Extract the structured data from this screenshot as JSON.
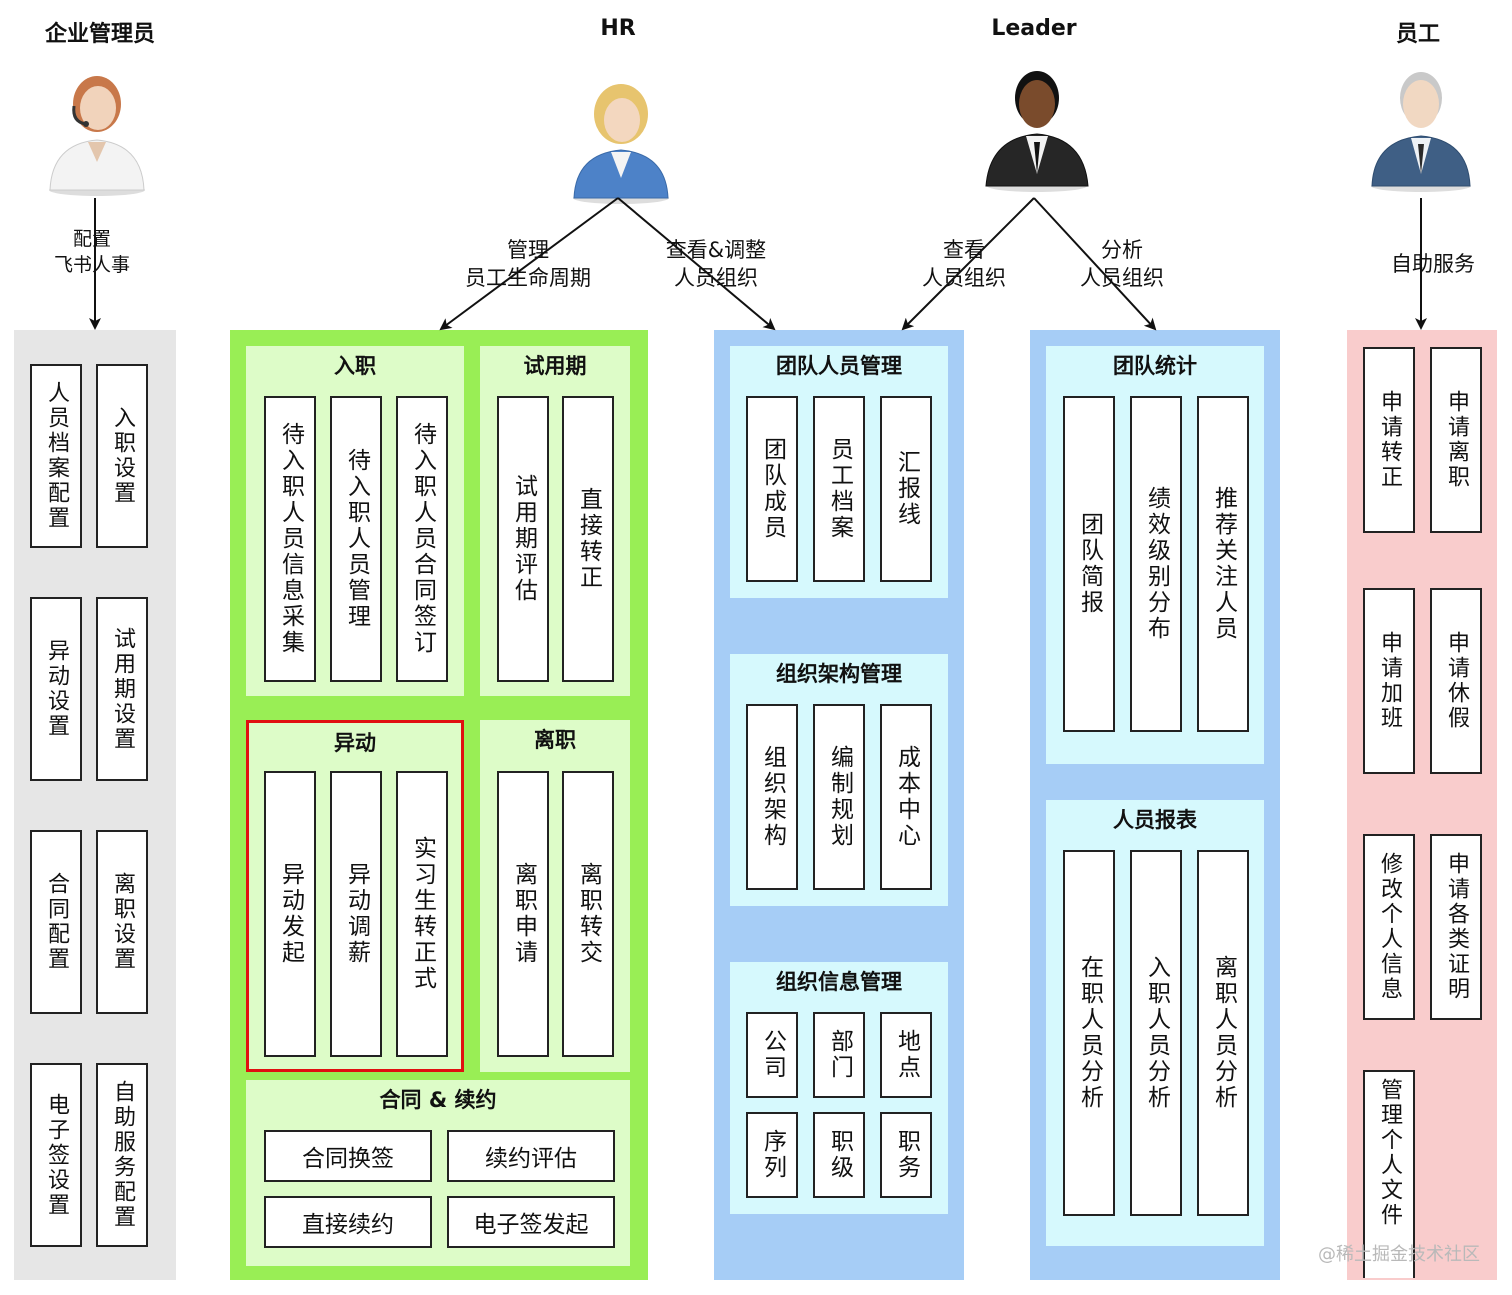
{
  "roles": {
    "admin": "企业管理员",
    "hr": "HR",
    "leader": "Leader",
    "employee": "员工"
  },
  "edges": {
    "admin_config": "配置\n飞书人事",
    "hr_manage": "管理\n员工生命周期",
    "hr_view_adjust": "查看&调整\n人员组织",
    "leader_view": "查看\n人员组织",
    "leader_analyze": "分析\n人员组织",
    "employee_self": "自助服务"
  },
  "admin_items": [
    "人员档案配置",
    "入职设置",
    "异动设置",
    "试用期设置",
    "合同配置",
    "离职设置",
    "电子签设置",
    "自助服务配置"
  ],
  "hr": {
    "onboarding": {
      "title": "入职",
      "items": [
        "待入职人员信息采集",
        "待入职人员管理",
        "待入职人员合同签订"
      ]
    },
    "probation": {
      "title": "试用期",
      "items": [
        "试用期评估",
        "直接转正"
      ]
    },
    "transfer": {
      "title": "异动",
      "items": [
        "异动发起",
        "异动调薪",
        "实习生转正式"
      ]
    },
    "offboarding": {
      "title": "离职",
      "items": [
        "离职申请",
        "离职转交"
      ]
    },
    "contract": {
      "title": "合同 & 续约",
      "items": [
        "合同换签",
        "续约评估",
        "直接续约",
        "电子签发起"
      ]
    }
  },
  "team": {
    "members": {
      "title": "团队人员管理",
      "items": [
        "团队成员",
        "员工档案",
        "汇报线"
      ]
    },
    "structure": {
      "title": "组织架构管理",
      "items": [
        "组织架构",
        "编制规划",
        "成本中心"
      ]
    },
    "info": {
      "title": "组织信息管理",
      "items": [
        "公司",
        "部门",
        "地点",
        "序列",
        "职级",
        "职务"
      ]
    }
  },
  "stats": {
    "summary": {
      "title": "团队统计",
      "items": [
        "团队简报",
        "绩效级别分布",
        "推荐关注人员"
      ]
    },
    "reports": {
      "title": "人员报表",
      "items": [
        "在职人员分析",
        "入职人员分析",
        "离职人员分析"
      ]
    }
  },
  "employee_items": [
    "申请转正",
    "申请离职",
    "申请加班",
    "申请休假",
    "修改个人信息",
    "申请各类证明",
    "管理个人文件"
  ],
  "watermark": "@稀土掘金技术社区",
  "colors": {
    "gray_col": "#e6e6e6",
    "green_col": "#99ee55",
    "green_panel": "#ddfcc8",
    "blue_col": "#a6cdf6",
    "blue_panel": "#d6f9fd",
    "pink_col": "#f9cccc",
    "highlight_border": "#e01010"
  }
}
